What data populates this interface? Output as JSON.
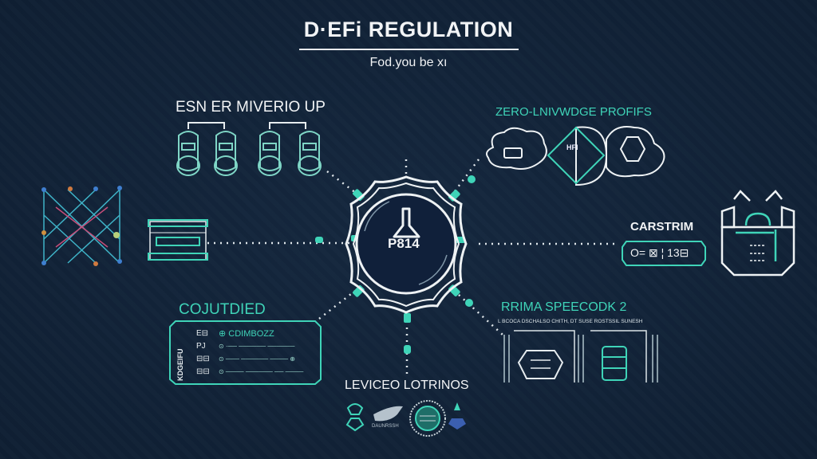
{
  "header": {
    "title": "D·EFi REGULATION",
    "subtitle": "Fod.you be xı"
  },
  "hub": {
    "label": "P814",
    "icon": "flask-icon"
  },
  "nodes": {
    "top_left": {
      "label": "ESN ER MIVERIO UP",
      "icon": "vessel-icon",
      "count": 4
    },
    "top_right": {
      "label": "ZERO-LNIVWDGE PROFIFS",
      "diamond_text": "HFI",
      "icons": [
        "cloud-icon",
        "diamond-icon",
        "hexagon-icon"
      ]
    },
    "left": {
      "icons": [
        "network-graph-icon",
        "server-rack-icon"
      ]
    },
    "right": {
      "label": "CARSTRIM",
      "box_text": "O= ⊠ ¦ 13⊟",
      "icon": "lock-document-icon"
    },
    "bottom_left": {
      "label": "COJUTDIED",
      "side_text": "KDGEIFU",
      "rows": [
        {
          "key": "E⊟",
          "value": "⊕ CDIMBOZZ"
        },
        {
          "key": "PJ",
          "value": "⊙ ·── ────── ──────"
        },
        {
          "key": "⊟⊟",
          "value": "⊙ ─── ────── ──── ⊕"
        },
        {
          "key": "⊟⊟",
          "value": "⊙ ──── ────── ── ────"
        }
      ]
    },
    "bottom_right": {
      "label": "RRIMA SPEECODK 2",
      "caption": "L BCOCA DSCHALSO CHITH, DT SUSE ROSTSSIL SUNESH",
      "icons": [
        "shield-emblem-icon",
        "database-icon"
      ]
    },
    "bottom": {
      "label": "LEVICEO LOTRINOS",
      "icons": [
        "regulator-badge-icon",
        "eagle-icon",
        "seal-icon",
        "authority-icon"
      ],
      "eagle_caption": "DAUNRSSH"
    }
  },
  "colors": {
    "background": "#112238",
    "accent": "#3fd4b8",
    "stroke": "#eef2f4"
  }
}
